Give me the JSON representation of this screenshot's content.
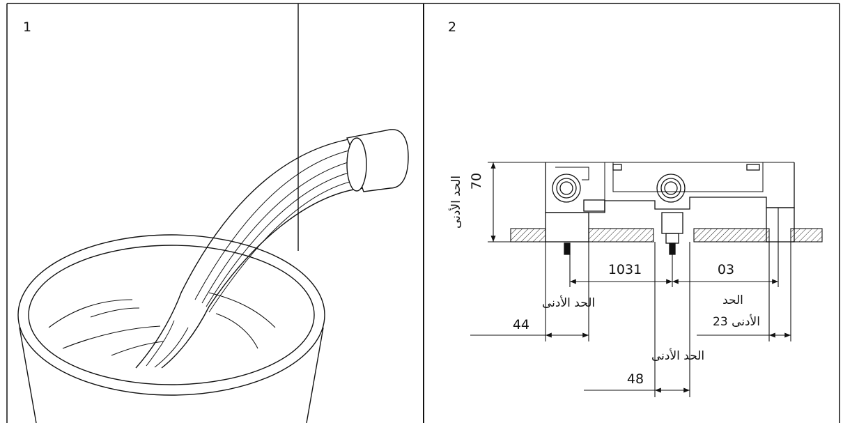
{
  "panels": [
    {
      "number": "1"
    },
    {
      "number": "2"
    }
  ],
  "dimensions": {
    "height_min_label": "الحد الأدنى",
    "height_value": "70",
    "left_min_label": "الحد الأدنى",
    "left_value": "44",
    "center_value": "1031",
    "right_value": "03",
    "right_label_line1": "الحد",
    "right_label_line2": "الأدنى 23",
    "bottom_min_label": "الحد الأدنى",
    "bottom_value": "48"
  }
}
